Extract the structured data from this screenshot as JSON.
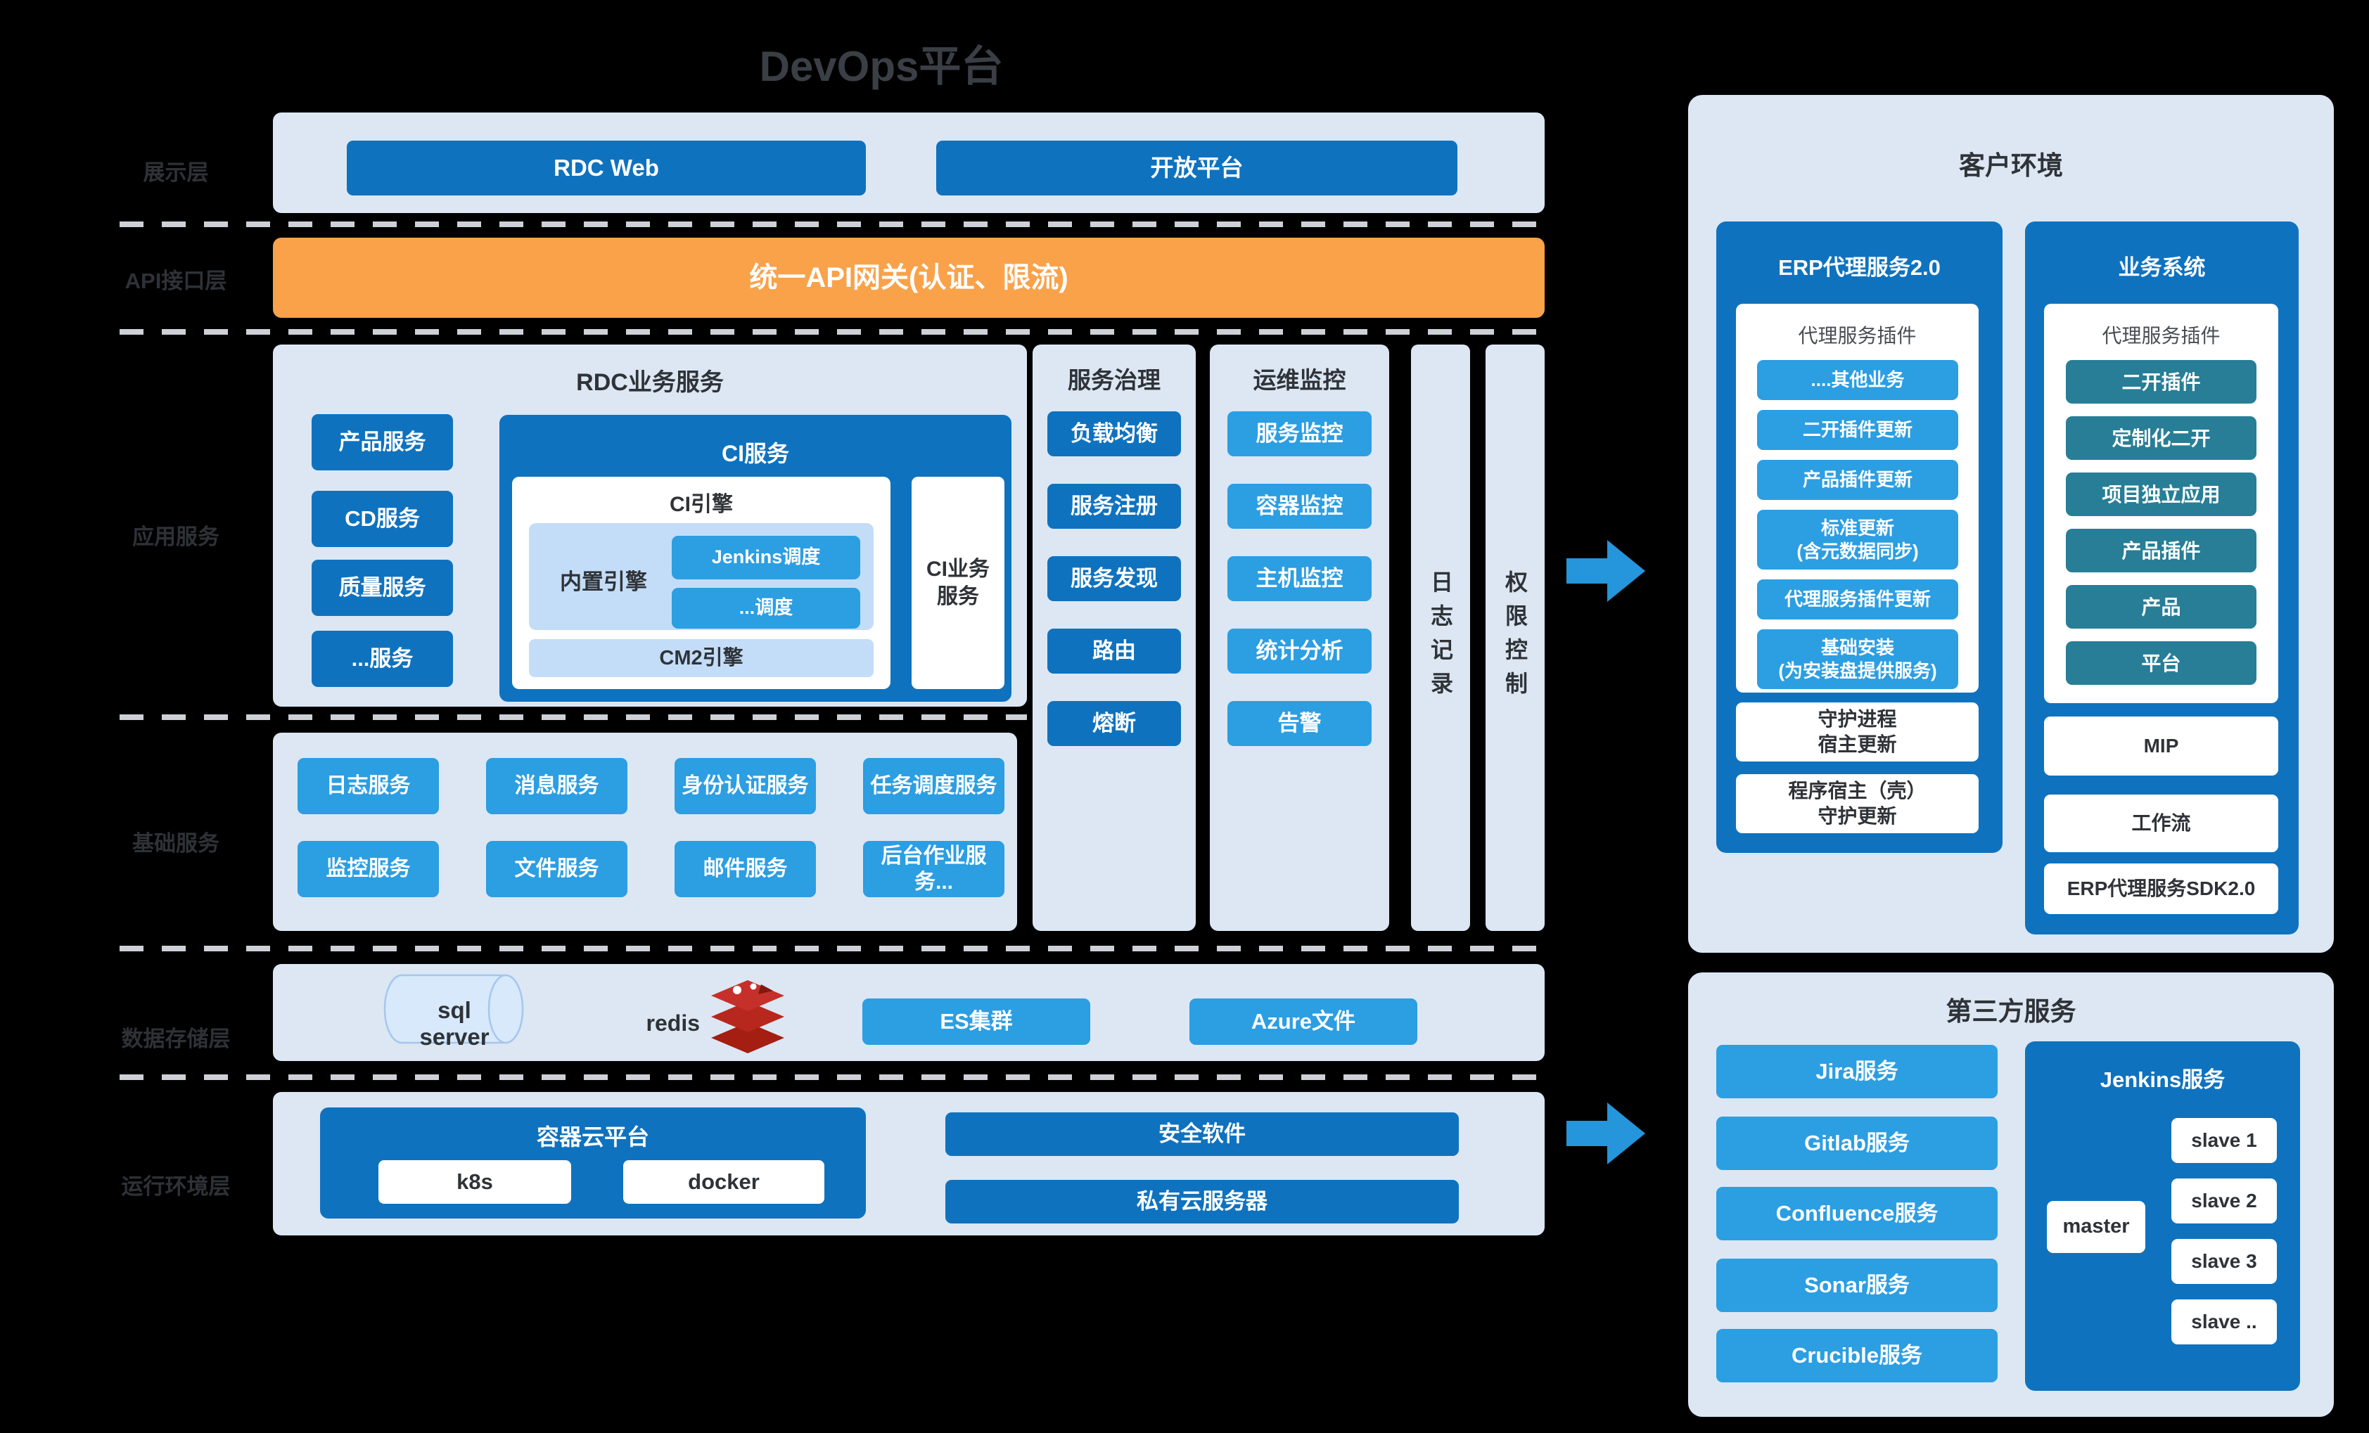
{
  "title": "DevOps平台",
  "colors": {
    "background": "#000000",
    "dark_blue": "#0F72BE",
    "mid_blue": "#2C9EE2",
    "teal": "#277E96",
    "orange": "#F9A24A",
    "panel_light_blue": "#DCE7F3",
    "inner_light_blue": "#C3DDF8",
    "arrow_blue": "#2596DB"
  },
  "layers": {
    "display": {
      "label": "展示层",
      "buttons": [
        "RDC Web",
        "开放平台"
      ]
    },
    "api": {
      "label": "API接口层",
      "gateway": "统一API网关(认证、限流)"
    },
    "app": {
      "label": "应用服务",
      "rdc": {
        "title": "RDC业务服务",
        "side_buttons": [
          "产品服务",
          "CD服务",
          "质量服务",
          "...服务"
        ],
        "ci": {
          "title": "CI服务",
          "engine": "CI引擎",
          "builtin": "内置引擎",
          "schedulers": [
            "Jenkins调度",
            "...调度"
          ],
          "cm2": "CM2引擎",
          "biz": "CI业务\n服务"
        }
      },
      "governance": {
        "title": "服务治理",
        "buttons": [
          "负载均衡",
          "服务注册",
          "服务发现",
          "路由",
          "熔断"
        ]
      },
      "monitoring": {
        "title": "运维监控",
        "buttons": [
          "服务监控",
          "容器监控",
          "主机监控",
          "统计分析",
          "告警"
        ]
      },
      "logging": "日志记录",
      "permission": "权限控制"
    },
    "base": {
      "label": "基础服务",
      "row1": [
        "日志服务",
        "消息服务",
        "身份认证服务",
        "任务调度服务"
      ],
      "row2": [
        "监控服务",
        "文件服务",
        "邮件服务",
        "后台作业服务..."
      ]
    },
    "storage": {
      "label": "数据存储层",
      "sql": "sql server",
      "redis": "redis",
      "es": "ES集群",
      "azure": "Azure文件"
    },
    "runtime": {
      "label": "运行环境层",
      "container": {
        "title": "容器云平台",
        "buttons": [
          "k8s",
          "docker"
        ]
      },
      "security": "安全软件",
      "private_cloud": "私有云服务器"
    }
  },
  "customer": {
    "title": "客户环境",
    "erp": {
      "title": "ERP代理服务2.0",
      "plugin_header": "代理服务插件",
      "buttons": [
        "....其他业务",
        "二开插件更新",
        "产品插件更新",
        "标准更新\n(含元数据同步)",
        "代理服务插件更新",
        "基础安装\n(为安装盘提供服务)"
      ],
      "boxes": [
        "守护进程\n宿主更新",
        "程序宿主（壳）\n守护更新"
      ]
    },
    "biz": {
      "title": "业务系统",
      "plugin_header": "代理服务插件",
      "buttons": [
        "二开插件",
        "定制化二开",
        "项目独立应用",
        "产品插件",
        "产品",
        "平台"
      ],
      "boxes": [
        "MIP",
        "工作流",
        "ERP代理服务SDK2.0"
      ]
    }
  },
  "third_party": {
    "title": "第三方服务",
    "buttons": [
      "Jira服务",
      "Gitlab服务",
      "Confluence服务",
      "Sonar服务",
      "Crucible服务"
    ],
    "jenkins": {
      "title": "Jenkins服务",
      "master": "master",
      "slaves": [
        "slave 1",
        "slave 2",
        "slave 3",
        "slave .."
      ]
    }
  }
}
